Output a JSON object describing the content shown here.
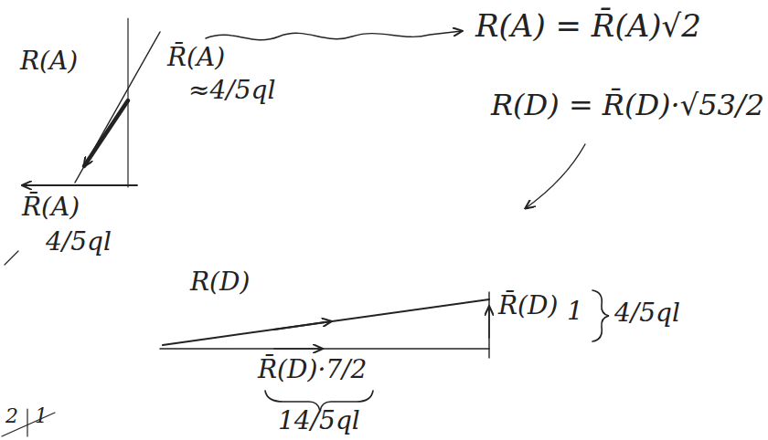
{
  "diagram": {
    "labels": [
      "R(A)",
      "R̄(A)",
      "≈4/5ql",
      "R(A) = R̄(A)√2",
      "R̄(A)",
      "4/5ql",
      "R(D)",
      "R(D) = R̄(D)·√53/2",
      "R̄(D)",
      "1",
      "4/5ql",
      "R̄(D)·7/2",
      "14/5ql",
      "2",
      "1"
    ]
  }
}
